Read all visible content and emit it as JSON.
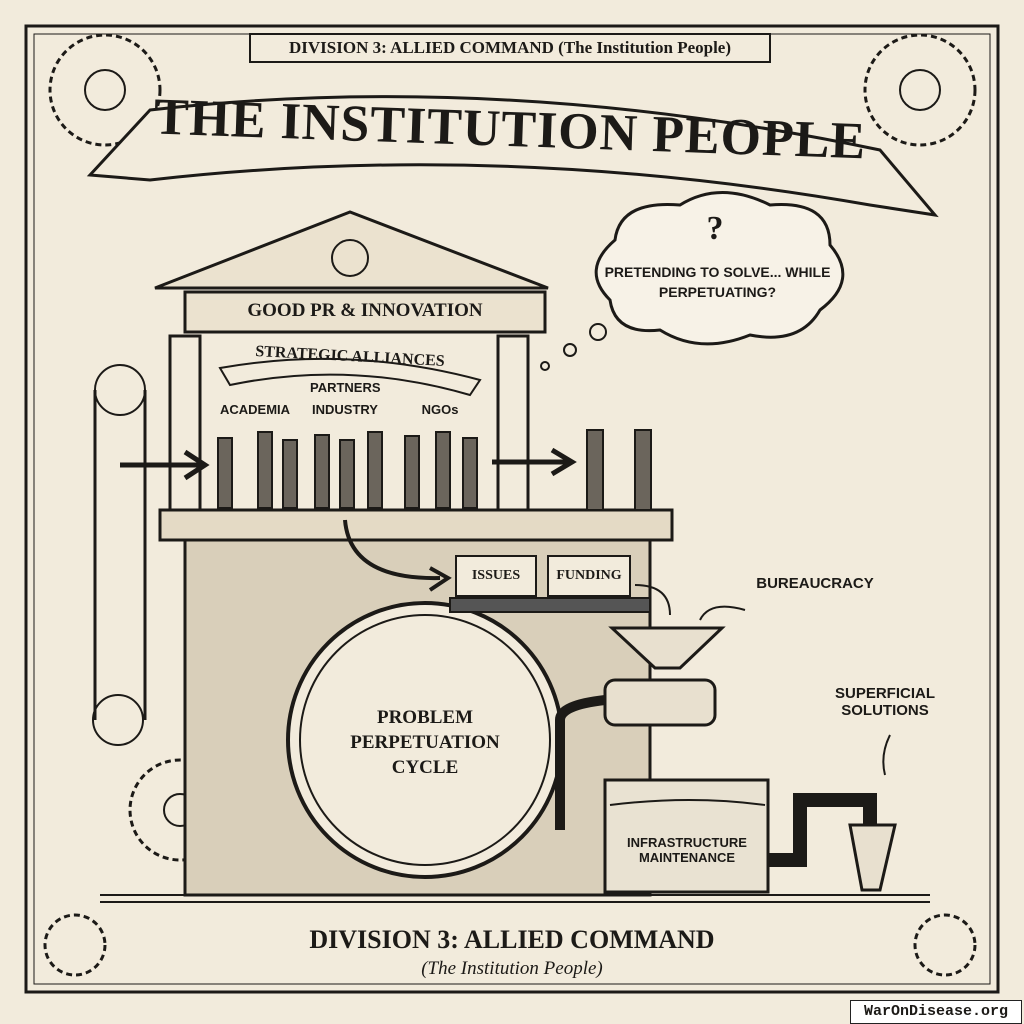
{
  "header": {
    "banner": "DIVISION 3: ALLIED COMMAND (The Institution People)",
    "title": "THE INSTITUTION PEOPLE"
  },
  "temple": {
    "pediment_label": "GOOD PR & INNOVATION",
    "alliances_label": "STRATEGIC ALLIANCES",
    "partners_label": "PARTNERS",
    "groups": [
      "ACADEMIA",
      "INDUSTRY",
      "NGOs"
    ]
  },
  "thought_cloud": {
    "symbol": "?",
    "text": "PRETENDING TO SOLVE... WHILE PERPETUATING?"
  },
  "machine": {
    "cycle_label": "PROBLEM PERPETUATION CYCLE",
    "inputs": [
      "ISSUES",
      "FUNDING"
    ],
    "bureaucracy_label": "BUREAUCRACY",
    "tank_label": "INFRASTRUCTURE MAINTENANCE",
    "output_label": "SUPERFICIAL SOLUTIONS"
  },
  "footer": {
    "title": "DIVISION 3: ALLIED COMMAND",
    "subtitle": "(The Institution People)",
    "watermark": "WarOnDisease.org"
  },
  "colors": {
    "paper": "#f2ebdc",
    "ink": "#1c1a17"
  }
}
